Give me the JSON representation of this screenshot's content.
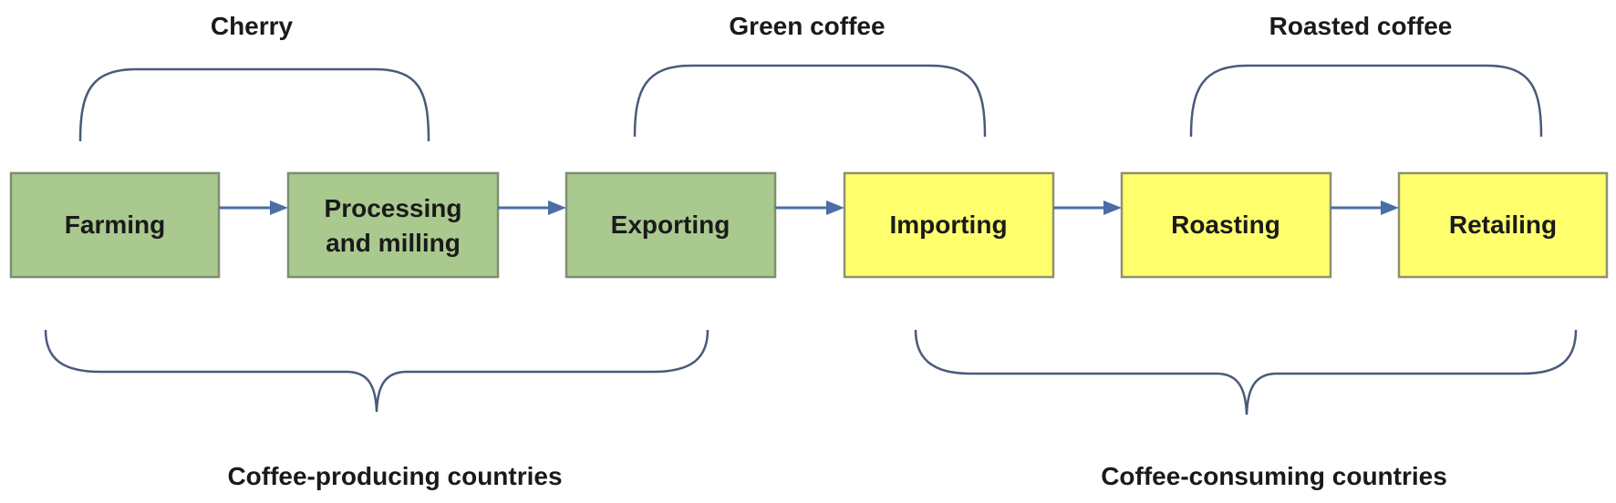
{
  "stages": [
    {
      "lines": [
        "Farming"
      ],
      "color": "#a9c98f",
      "group": "producing"
    },
    {
      "lines": [
        "Processing",
        "and milling"
      ],
      "color": "#a9c98f",
      "group": "producing"
    },
    {
      "lines": [
        "Exporting"
      ],
      "color": "#a9c98f",
      "group": "producing"
    },
    {
      "lines": [
        "Importing"
      ],
      "color": "#ffff6e",
      "group": "consuming"
    },
    {
      "lines": [
        "Roasting"
      ],
      "color": "#ffff6e",
      "group": "consuming"
    },
    {
      "lines": [
        "Retailing"
      ],
      "color": "#ffff6e",
      "group": "consuming"
    }
  ],
  "product_labels": {
    "cherry": "Cherry",
    "green_coffee": "Green coffee",
    "roasted_coffee": "Roasted coffee"
  },
  "country_labels": {
    "producing": "Coffee-producing countries",
    "consuming": "Coffee-consuming countries"
  },
  "colors": {
    "producing_box": "#a9c98f",
    "consuming_box": "#ffff6e",
    "arrow": "#4a6fa5",
    "bracket": "#4a5a7a"
  }
}
